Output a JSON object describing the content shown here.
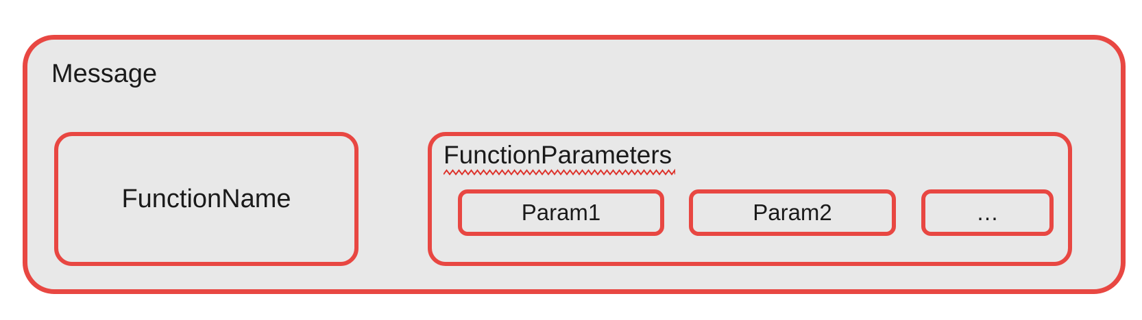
{
  "colors": {
    "page_background": "#ffffff",
    "box_fill_gray": "#e8e8e8",
    "border_red": "#e84742",
    "squiggle_red": "#dd332c",
    "text": "#1a1a1a"
  },
  "diagram": {
    "message": {
      "label": "Message"
    },
    "function_name": {
      "label": "FunctionName"
    },
    "function_parameters": {
      "label": "FunctionParameters",
      "params": [
        {
          "label": "Param1"
        },
        {
          "label": "Param2"
        },
        {
          "label": "…"
        }
      ]
    }
  }
}
